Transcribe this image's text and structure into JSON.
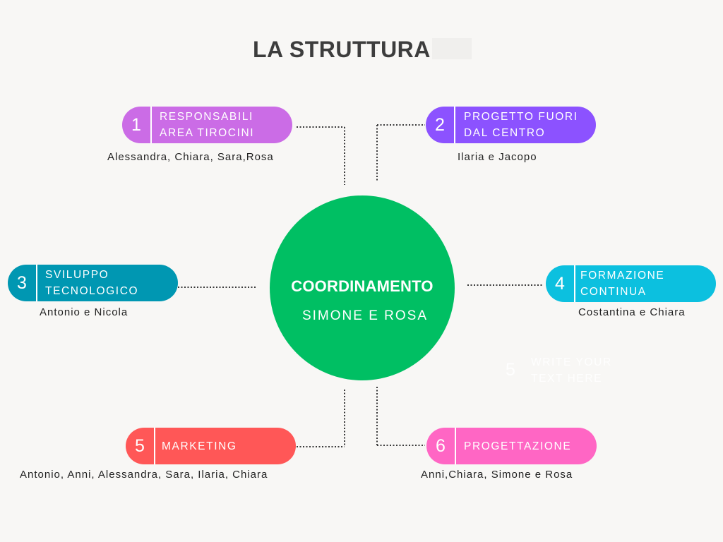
{
  "title": "LA STRUTTURA",
  "center": {
    "title": "COORDINAMENTO",
    "subtitle": "SIMONE E ROSA",
    "color": "#00bf63"
  },
  "nodes": [
    {
      "number": "1",
      "label": "RESPONSABILI\nAREA TIROCINI",
      "names": "Alessandra, Chiara, Sara,Rosa",
      "color": "#cb6ce6"
    },
    {
      "number": "2",
      "label": "PROGETTO FUORI\nDAL CENTRO",
      "names": "Ilaria e Jacopo",
      "color": "#8c52ff"
    },
    {
      "number": "3",
      "label": "SVILUPPO\nTECNOLOGICO",
      "names": "Antonio e Nicola",
      "color": "#0097b2"
    },
    {
      "number": "4",
      "label": "FORMAZIONE\nCONTINUA",
      "names": "Costantina e Chiara",
      "color": "#0cc0df"
    },
    {
      "number": "5",
      "label": "MARKETING",
      "names": "Antonio, Anni, Alessandra, Sara, Ilaria, Chiara",
      "color": "#ff5757"
    },
    {
      "number": "6",
      "label": "PROGETTAZIONE",
      "names": "Anni,Chiara, Simone e Rosa",
      "color": "#ff66c4"
    }
  ],
  "ghost_node": {
    "number": "5",
    "label": "WRITE YOUR\nTEXT HERE"
  }
}
